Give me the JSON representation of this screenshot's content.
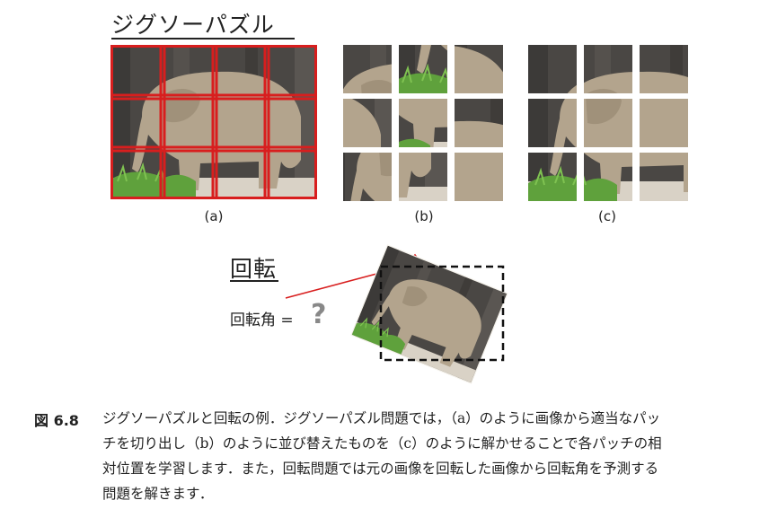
{
  "jigsaw": {
    "title": "ジグソーパズル",
    "label_a": "(a)",
    "label_b": "(b)",
    "label_c": "(c)"
  },
  "rotation": {
    "title": "回転",
    "angle_label": "回転角 =",
    "question": "?"
  },
  "caption": {
    "figure_number": "図 6.8",
    "lines": [
      "ジグソーパズルと回転の例．ジグソーパズル問題では，（a）のように画像から適当なパッ",
      "チを切り出し（b）のように並び替えたものを（c）のように解かせることで各パッチの相",
      "対位置を学習します．また，回転問題では元の画像を回転した画像から回転角を予測する",
      "問題を解きます．"
    ]
  },
  "colors": {
    "grid_red": "#d81e1e",
    "wall": "#4a4744",
    "elephant": "#b3a48d",
    "grass": "#5fa13c",
    "ground": "#d9d2c6"
  }
}
